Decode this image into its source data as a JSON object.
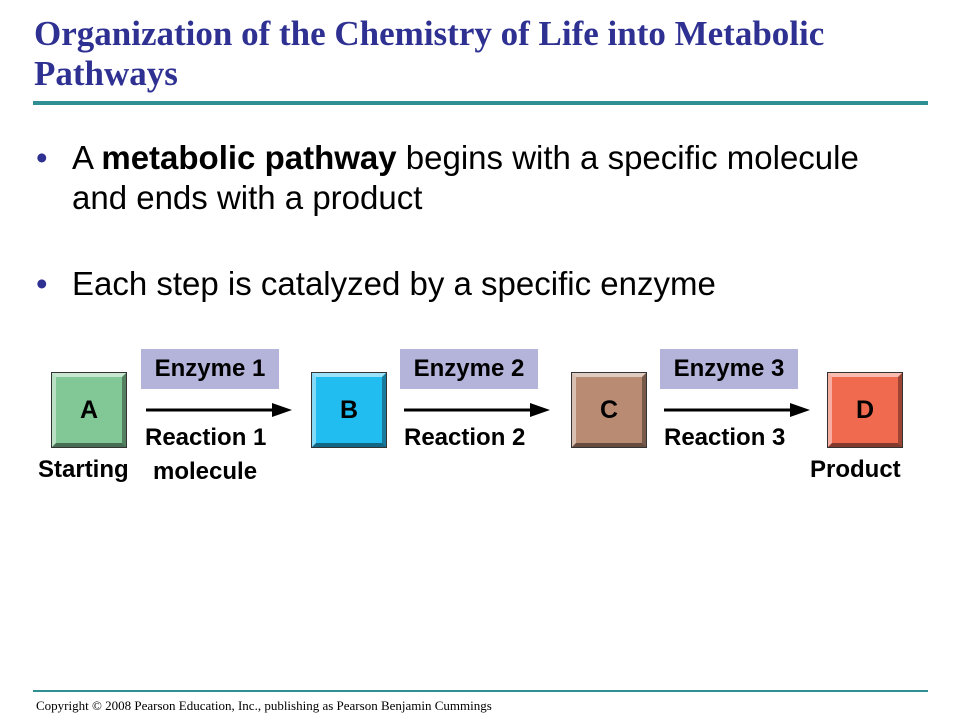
{
  "slide": {
    "title": "Organization of the Chemistry of Life into Metabolic Pathways",
    "bullets": [
      {
        "text_before": "A ",
        "bold": "metabolic pathway",
        "text_after": " begins with a specific molecule and ends with a product"
      },
      {
        "text": "Each step is catalyzed by a specific enzyme"
      }
    ],
    "bullet_glyph": "•"
  },
  "diagram": {
    "molecules": [
      {
        "letter": "A",
        "color": "#82c896"
      },
      {
        "letter": "B",
        "color": "#22bdf0"
      },
      {
        "letter": "C",
        "color": "#b98b73"
      },
      {
        "letter": "D",
        "color": "#f06a50"
      }
    ],
    "steps": [
      {
        "enzyme": "Enzyme 1",
        "reaction": "Reaction 1"
      },
      {
        "enzyme": "Enzyme 2",
        "reaction": "Reaction 2"
      },
      {
        "enzyme": "Enzyme 3",
        "reaction": "Reaction 3"
      }
    ],
    "starting_label_1": "Starting",
    "starting_label_2": "molecule",
    "product_label": "Product"
  },
  "footer": {
    "copyright": "Copyright © 2008 Pearson Education, Inc., publishing as Pearson Benjamin Cummings"
  }
}
